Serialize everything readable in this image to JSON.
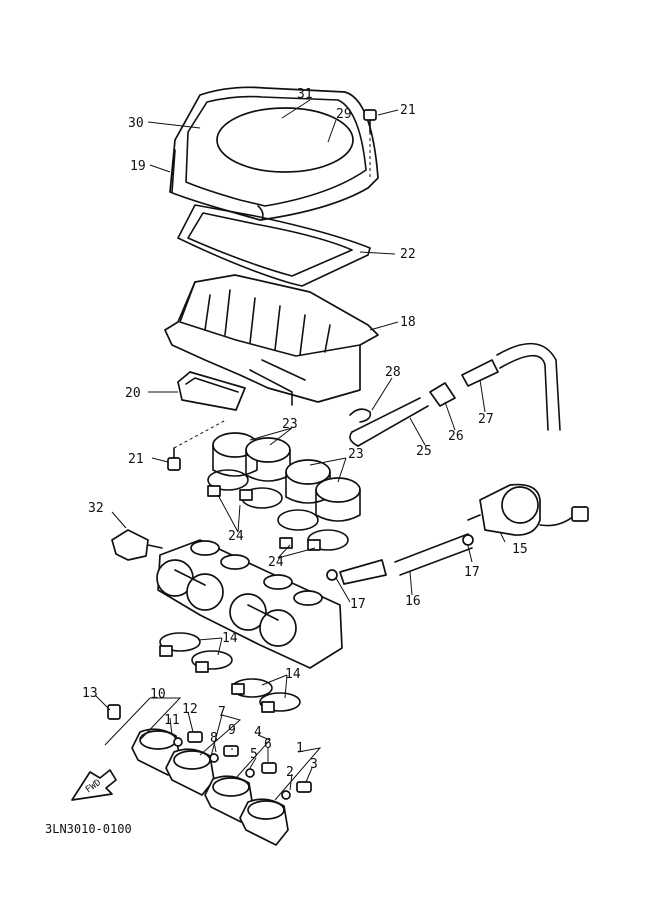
{
  "diagram": {
    "drawing_code": "3LN3010-0100",
    "fwd_label": "FWD",
    "callouts": [
      "1",
      "2",
      "3",
      "4",
      "5",
      "6",
      "7",
      "8",
      "9",
      "10",
      "11",
      "12",
      "13",
      "14",
      "15",
      "16",
      "17",
      "18",
      "19",
      "20",
      "21",
      "22",
      "23",
      "24",
      "25",
      "26",
      "27",
      "28",
      "29",
      "30",
      "31",
      "32"
    ]
  }
}
